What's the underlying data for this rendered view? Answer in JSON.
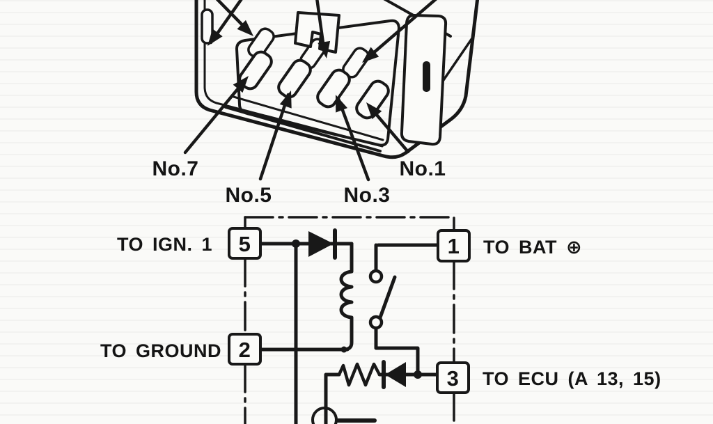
{
  "connector_view": {
    "pin_labels": [
      {
        "text": "No.7"
      },
      {
        "text": "No.5"
      },
      {
        "text": "No.3"
      },
      {
        "text": "No.1"
      }
    ]
  },
  "schematic": {
    "terminals": [
      {
        "number": "5",
        "label": "TO IGN. 1"
      },
      {
        "number": "1",
        "label": "TO BAT ⊕"
      },
      {
        "number": "2",
        "label": "TO GROUND"
      },
      {
        "number": "3",
        "label": "TO ECU (A 13, 15)"
      }
    ]
  },
  "colors": {
    "ink": "#181818",
    "paper": "#fafaf8"
  }
}
